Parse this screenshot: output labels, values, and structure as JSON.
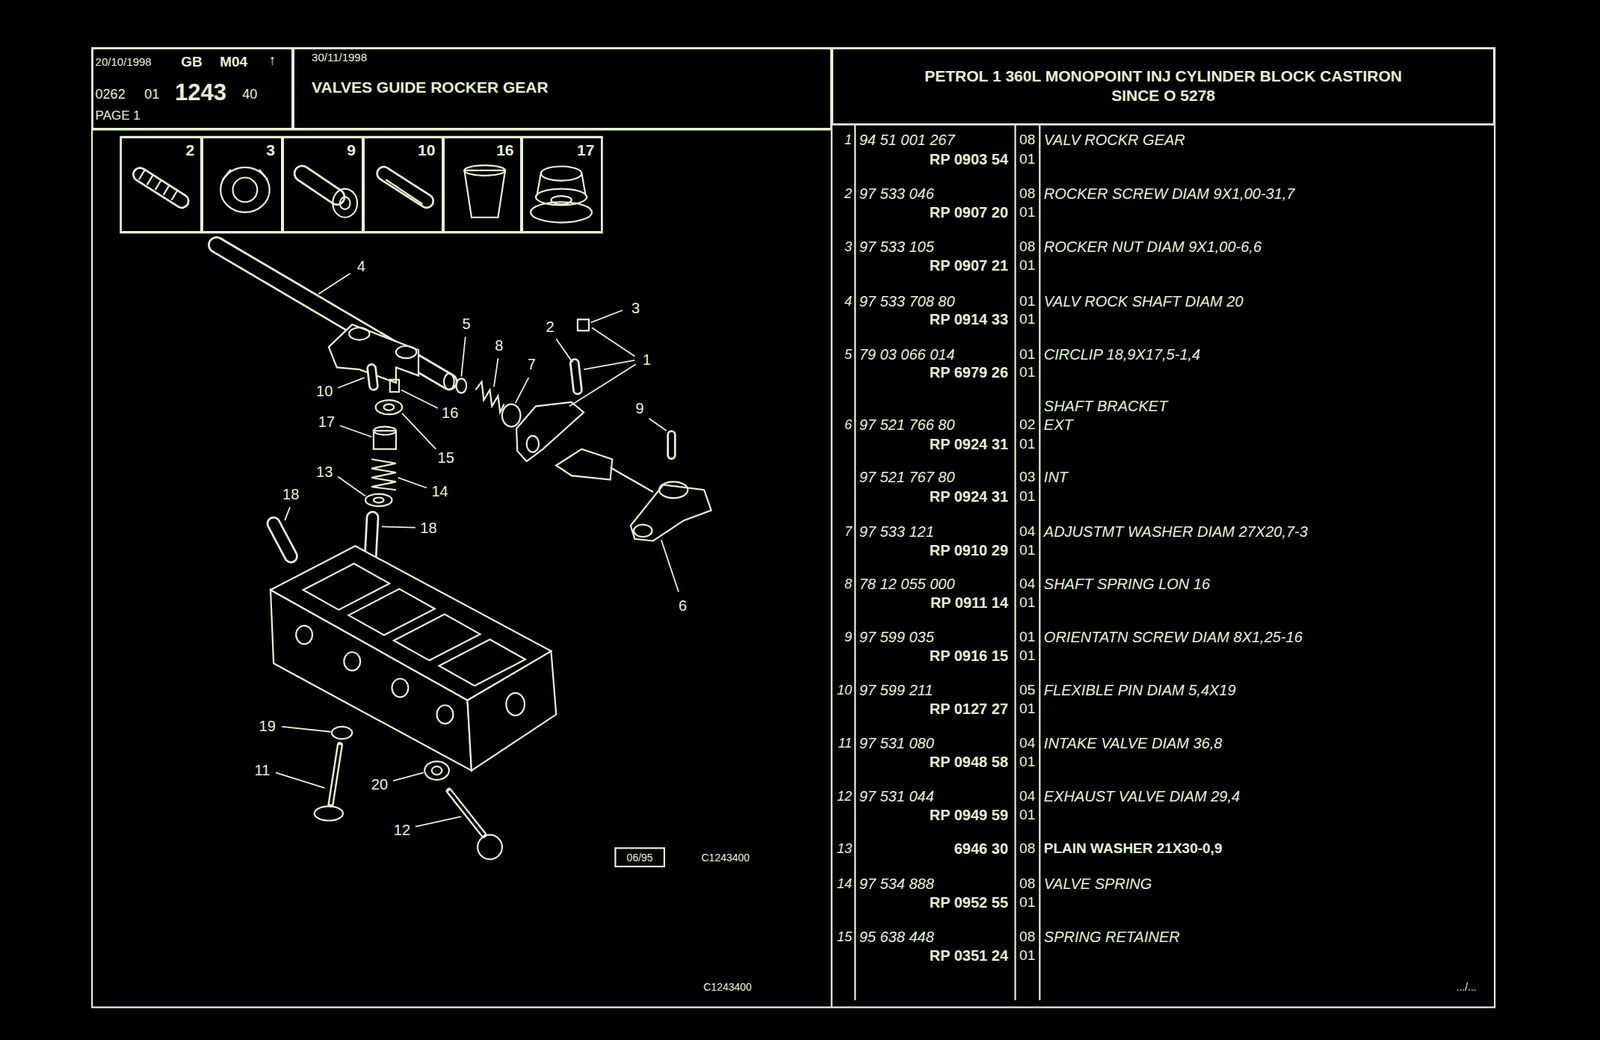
{
  "diagram": {
    "nodes": [
      {
        "text": [
          "20/10/1998",
          "GB",
          "M04",
          "↑",
          "0262",
          "01",
          "1243",
          "40",
          "PAGE 1"
        ]
      },
      {
        "text": [
          "30/11/1998",
          "VALVES GUIDE ROCKER GEAR"
        ]
      },
      {
        "text": [
          "PETROL 1 360L MONOPOINT INJ CYLINDER BLOCK CASTIRON SINCE O 5278"
        ]
      },
      {
        "text": [
          "2"
        ]
      },
      {
        "text": [
          "3"
        ]
      },
      {
        "text": [
          "9"
        ]
      },
      {
        "text": [
          "10"
        ]
      },
      {
        "text": [
          "16"
        ]
      },
      {
        "text": [
          "17"
        ]
      }
    ],
    "labels": [
      "1",
      "94 51 001 267",
      "RP 0903 54",
      "08",
      "01",
      "VALV ROCKR GEAR",
      "2",
      "97 533 046",
      "RP 0907 20",
      "08",
      "01",
      "ROCKER SCREW DIAM 9X1,00-31,7",
      "3",
      "97 533 105",
      "RP 0907 21",
      "08",
      "01",
      "ROCKER NUT DIAM 9X1,00-6,6",
      "4",
      "97 533 708 80",
      "RP 0914 33",
      "01",
      "01",
      "VALV ROCK SHAFT DIAM 20",
      "5",
      "79 03 066 014",
      "RP 6979 26",
      "01",
      "01",
      "CIRCLIP 18,9X17,5-1,4",
      "SHAFT BRACKET",
      "6",
      "97 521 766 80",
      "RP 0924 31",
      "02",
      "01",
      "EXT",
      "97 521 767 80",
      "RP 0924 31",
      "03",
      "01",
      "INT",
      "7",
      "97 533 121",
      "RP 0910 29",
      "04",
      "01",
      "ADJUSTMT WASHER DIAM 27X20,7-3",
      "8",
      "78 12 055 000",
      "RP 0911 14",
      "04",
      "01",
      "SHAFT SPRING LON 16",
      "9",
      "97 599 035",
      "RP 0916 15",
      "01",
      "01",
      "ORIENTATN SCREW DIAM 8X1,25-16",
      "10",
      "97 599 211",
      "RP 0127 27",
      "05",
      "01",
      "FLEXIBLE PIN DIAM 5,4X19",
      "11",
      "97 531 080",
      "RP 0948 58",
      "04",
      "01",
      "INTAKE VALVE DIAM 36,8",
      "12",
      "97 531 044",
      "RP 0949 59",
      "04",
      "01",
      "EXHAUST VALVE DIAM 29,4",
      "13",
      "6946 30",
      "08",
      "PLAIN WASHER 21X30-0,9",
      "14",
      "97 534 888",
      "RP 0952 55",
      "08",
      "01",
      "VALVE SPRING",
      "15",
      "95 638 448",
      "RP 0351 24",
      "08",
      "01",
      "SPRING RETAINER",
      "4",
      "5",
      "8",
      "2",
      "3",
      "1",
      "7",
      "10",
      "17",
      "16",
      "15",
      "9",
      "13",
      "14",
      "18",
      "18",
      "6",
      "19",
      "11",
      "20",
      "12",
      "06/95",
      "C1243400",
      "C1243400",
      ".../..."
    ]
  }
}
